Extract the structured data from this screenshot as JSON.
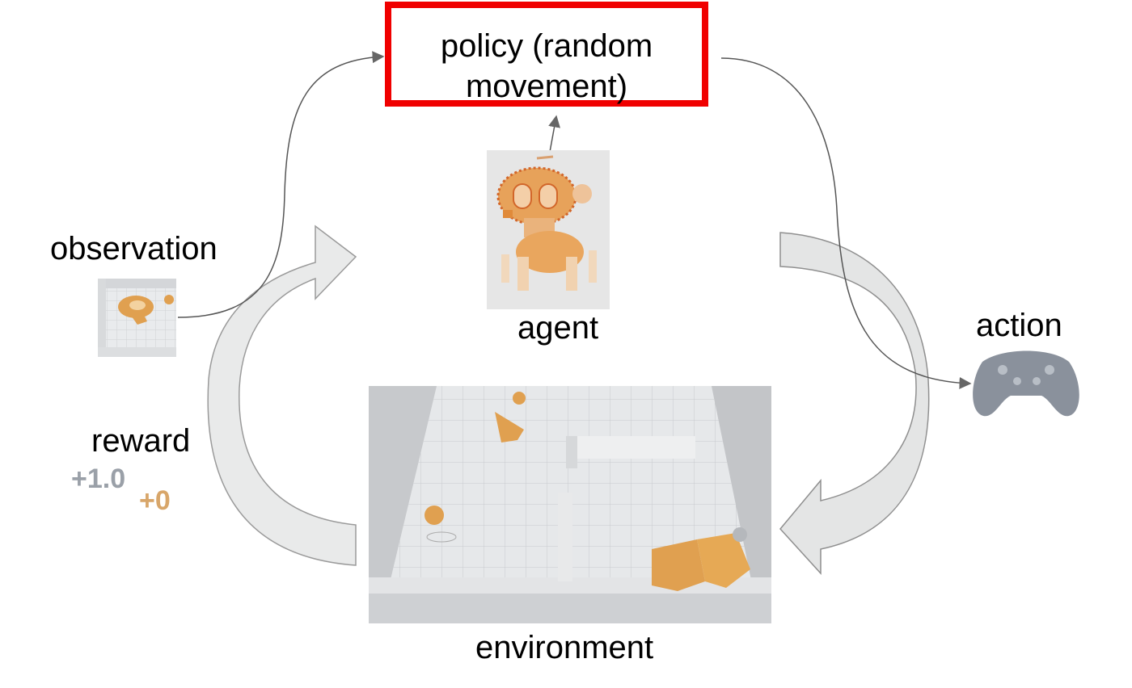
{
  "policy": {
    "line1": "policy (random",
    "line2": "movement)",
    "border_color": "#f00000"
  },
  "labels": {
    "observation": "observation",
    "agent": "agent",
    "action": "action",
    "reward": "reward",
    "environment": "environment"
  },
  "reward_values": {
    "positive": "+1.0",
    "zero": "+0"
  },
  "colors": {
    "accent_orange": "#e0a050",
    "gray_value": "#9aa0a8",
    "zero_value": "#d8a66a",
    "controller": "#8a919c"
  }
}
